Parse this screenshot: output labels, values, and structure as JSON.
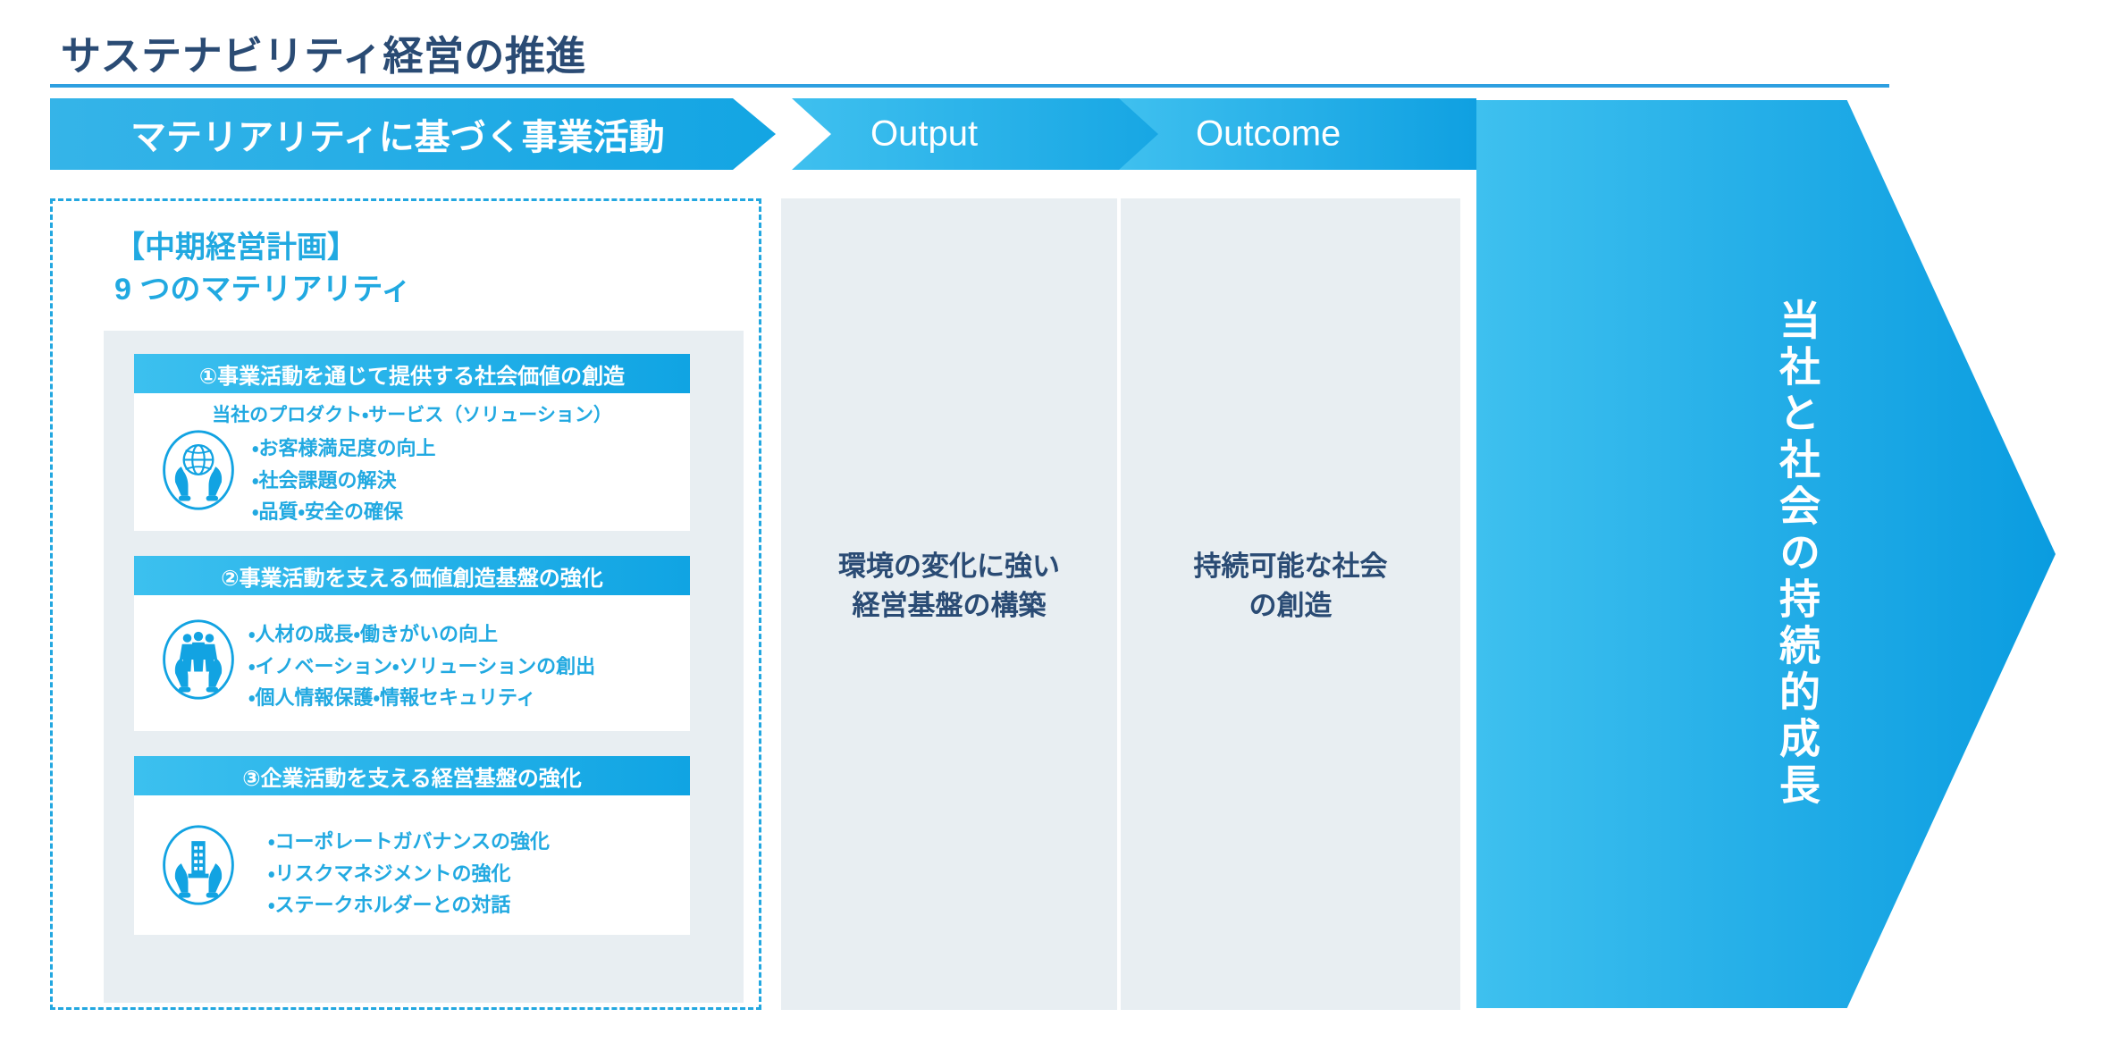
{
  "page": {
    "title": "サステナビリティ経営の推進"
  },
  "header_bands": [
    {
      "id": "materiality",
      "label": "マテリアリティに基づく事業活動"
    },
    {
      "id": "output",
      "label": "Output"
    },
    {
      "id": "outcome",
      "label": "Outcome"
    }
  ],
  "left_panel": {
    "plan_heading_line1": "【中期経営計画】",
    "plan_heading_line2": "9 つのマテリアリティ",
    "cards": [
      {
        "header": "①事業活動を通じて提供する社会価値の創造",
        "subtitle": "当社のプロダクト・サービス（ソリューション）",
        "icon": "hands-globe-icon",
        "bullets": [
          "・お客様満足度の向上",
          "・社会課題の解決",
          "・品質・安全の確保"
        ]
      },
      {
        "header": "②事業活動を支える価値創造基盤の強化",
        "subtitle": "",
        "icon": "hands-people-icon",
        "bullets": [
          "・人材の成長・働きがいの向上",
          "・イノベーション・ソリューションの創出",
          "・個人情報保護・情報セキュリティ"
        ]
      },
      {
        "header": "③企業活動を支える経営基盤の強化",
        "subtitle": "",
        "icon": "hands-building-icon",
        "bullets": [
          "・コーポレートガバナンスの強化",
          "・リスクマネジメントの強化",
          "・ステークホルダーとの対話"
        ]
      }
    ]
  },
  "output_panel": {
    "text": "環境の変化に強い\n経営基盤の構築"
  },
  "outcome_panel": {
    "text": "持続可能な社会\nの創造"
  },
  "goal_arrow": {
    "text": "当社と社会の持続的成長"
  },
  "colors": {
    "title_navy": "#2a4b74",
    "accent_cyan": "#21a9e1",
    "band_light": "#3ec0ef",
    "band_dark": "#0a9ce0",
    "panel_grey": "#e8eef2",
    "dashed_border": "#22a7e0"
  }
}
